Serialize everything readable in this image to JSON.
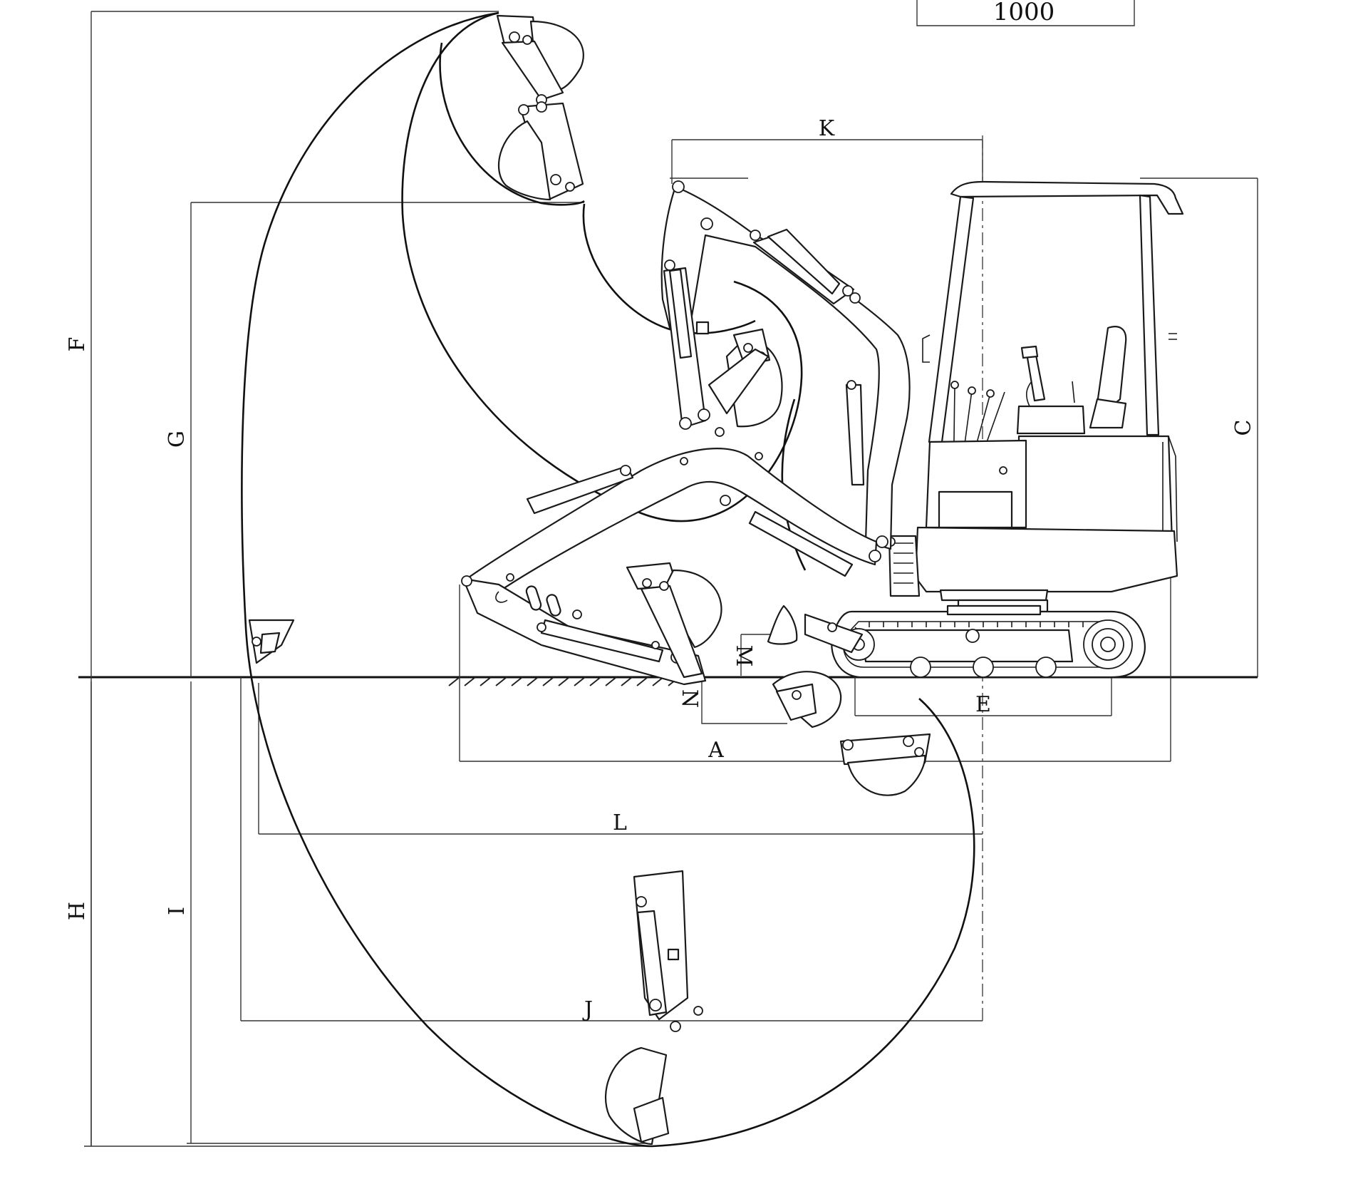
{
  "diagram": {
    "scale_label": "1000",
    "dimension_labels": {
      "A": "A",
      "C": "C",
      "E": "E",
      "F": "F",
      "G": "G",
      "H": "H",
      "I": "I",
      "J": "J",
      "K": "K",
      "L": "L",
      "M": "M",
      "N": "N"
    }
  }
}
